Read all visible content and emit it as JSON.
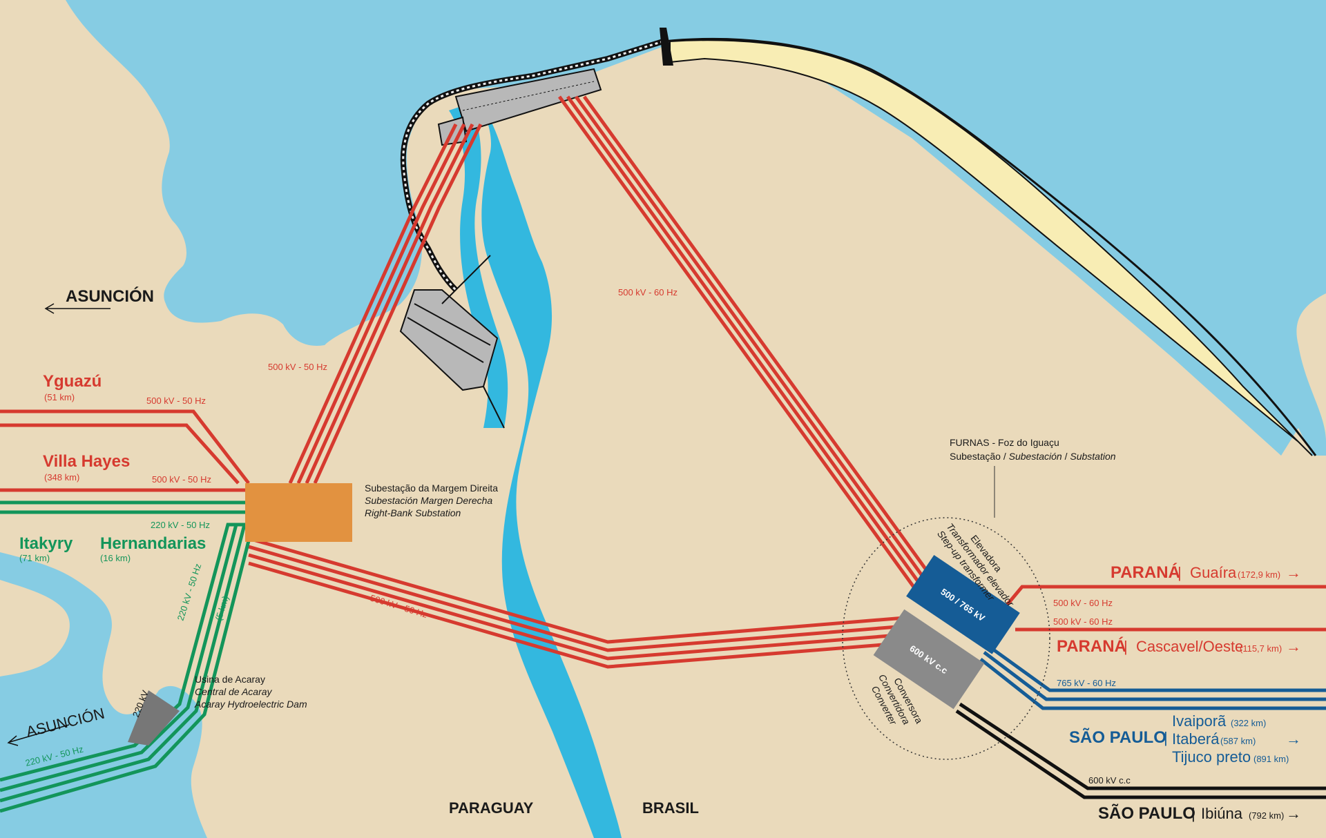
{
  "colors": {
    "land": "#eadabb",
    "water": "#86cce3",
    "river": "#33b8df",
    "sand": "#f8edb4",
    "line_red": "#d63a2f",
    "line_green": "#13955a",
    "line_blue": "#155c96",
    "line_black": "#111111",
    "substation_orange": "#e29240",
    "converter_gray": "#8a8a8a",
    "transformer_blue": "#155c96"
  },
  "places": {
    "asuncion_top": "ASUNCIÓN",
    "asuncion_bottom": "ASUNCIÓN",
    "paraguay": "PARAGUAY",
    "brasil": "BRASIL"
  },
  "paraguay_lines": {
    "yguazu": {
      "name": "Yguazú",
      "dist": "(51 km)",
      "voltage": "500 kV - 50 Hz"
    },
    "villa_hayes": {
      "name": "Villa Hayes",
      "dist": "(348 km)",
      "voltage": "500 kV - 50 Hz"
    },
    "itakyry": {
      "name": "Itakyry",
      "dist": "(71 km)"
    },
    "hernandarias": {
      "name": "Hernandarias",
      "dist": "(16 km)"
    },
    "green_220_a": "220 kV - 50 Hz",
    "green_220_b": "220 kV - 50 Hz",
    "green_5km": "(5 km)",
    "green_220_c": "220 kV - 50 Hz",
    "dam_220": "220 kV"
  },
  "voltage_labels": {
    "dam_to_right_bank": "500 kV - 50 Hz",
    "dam_to_furnas": "500 kV - 60 Hz",
    "right_bank_to_furnas": "500 kV - 50 Hz"
  },
  "substation_right_bank": {
    "pt": "Subestação da Margem Direita",
    "es": "Subestación Margen Derecha",
    "en": "Right-Bank Substation"
  },
  "acaray": {
    "pt": "Usina de Acaray",
    "es": "Central de Acaray",
    "en": "Acaray Hydroelectric Dam"
  },
  "furnas": {
    "title": "FURNAS - Foz do Iguaçu",
    "sub_pt": "Subestação",
    "sep1": " / ",
    "sub_es": "Subestación",
    "sep2": " / ",
    "sub_en": "Substation",
    "elev_pt": "Elevadora",
    "elev_es": "Transformador elevador",
    "elev_en": "Step-up transformer",
    "conv_pt": "Conversora",
    "conv_es": "Convertidora",
    "conv_en": "Converter",
    "box_transformer": "500 / 765 kV",
    "box_converter": "600 kV c.c"
  },
  "brazil_lines": {
    "guaira": {
      "state": "PARANÁ",
      "sep": "|",
      "city": "Guaíra",
      "dist": "(172,9 km)",
      "arrow": "→",
      "voltage": "500 kV - 60 Hz"
    },
    "cascavel": {
      "state": "PARANÁ",
      "sep": "|",
      "city": "Cascavel/Oeste",
      "dist": "(115,7 km)",
      "arrow": "→",
      "voltage": "500 kV - 60 Hz"
    },
    "sp_ac": {
      "state": "SÃO PAULO",
      "sep": "|",
      "voltage": "765 kV - 60 Hz",
      "arrow": "→",
      "cities": [
        {
          "city": "Ivaiporã",
          "dist": "(322 km)"
        },
        {
          "city": "Itaberá",
          "dist": "(587 km)"
        },
        {
          "city": "Tijuco preto",
          "dist": "(891 km)"
        }
      ]
    },
    "sp_dc": {
      "state": "SÃO PAULO",
      "sep": "|",
      "city": "Ibiúna",
      "dist": "(792 km)",
      "arrow": "→",
      "voltage": "600 kV c.c"
    }
  }
}
